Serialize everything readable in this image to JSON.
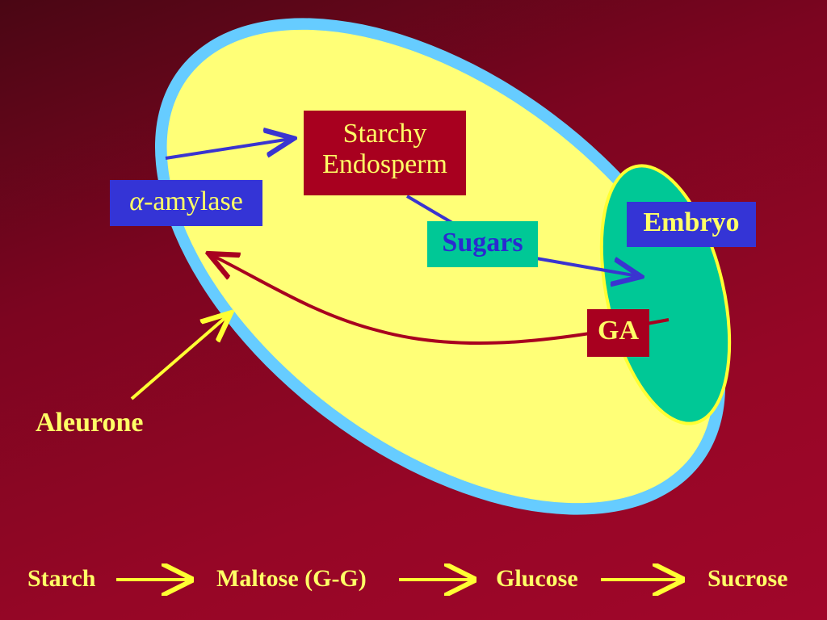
{
  "labels": {
    "starchy_line1": "Starchy",
    "starchy_line2": "Endosperm",
    "amylase_symbol": "α",
    "amylase_text": "-amylase",
    "embryo": "Embryo",
    "sugars": "Sugars",
    "ga": "GA",
    "aleurone": "Aleurone"
  },
  "pathway": [
    "Starch",
    "Maltose (G-G)",
    "Glucose",
    "Sucrose"
  ],
  "colors": {
    "background_dark": "#4a0614",
    "background_light": "#a0062a",
    "aleurone_layer": "#66ccff",
    "endosperm": "#ffff77",
    "embryo": "#00c896",
    "label_text": "#ffff66",
    "blue_arrow": "#3a34d0",
    "red_arrow": "#a8001f",
    "yellow_arrow": "#ffff33"
  },
  "icons": {
    "pathway_arrow": "arrow-right-icon"
  }
}
